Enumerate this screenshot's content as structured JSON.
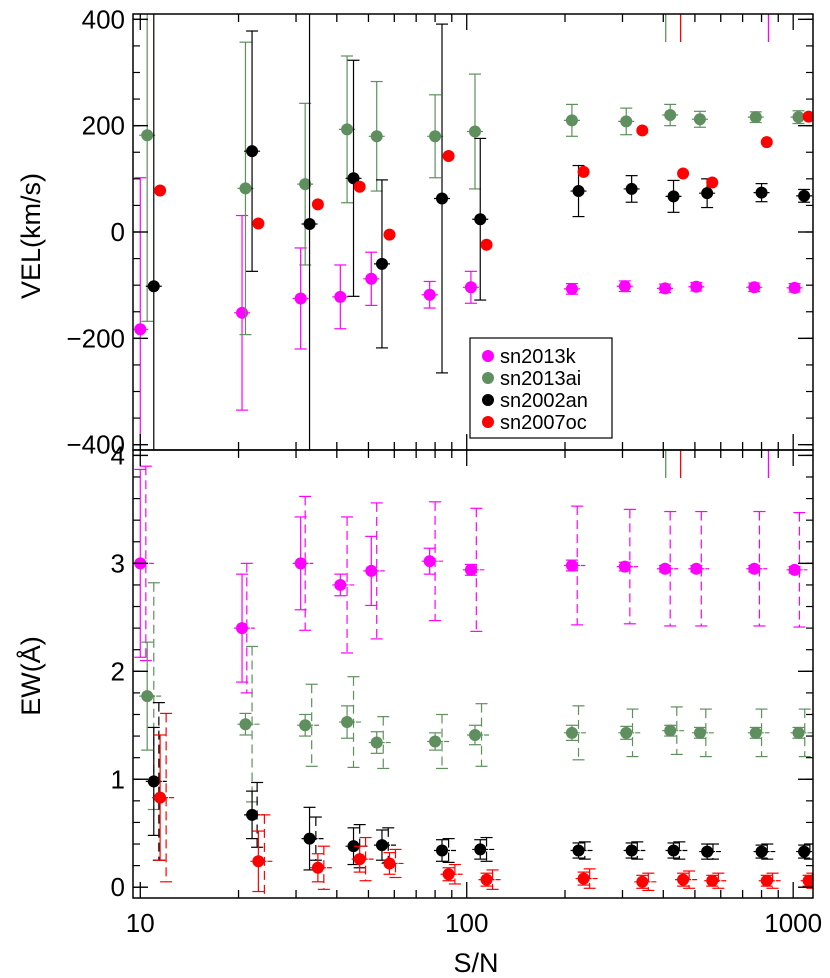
{
  "colors": {
    "sn2013k": "#ff00ff",
    "sn2013ai": "#5f8f5f",
    "sn2002an": "#000000",
    "sn2007oc": "#ff0000",
    "axis": "#000000"
  },
  "chart_data": [
    {
      "type": "scatter",
      "panel": "top",
      "ylabel": "VEL(km/s)",
      "xscale": "log",
      "xlim": [
        9.5,
        1150
      ],
      "ylim": [
        -410,
        410
      ],
      "yticks": [
        -400,
        -200,
        0,
        200,
        400
      ],
      "ytick_labels": [
        "−400",
        "−200",
        "0",
        "200",
        "400"
      ],
      "legend": {
        "placement": "lower-middle",
        "entries": [
          "sn2013k",
          "sn2013ai",
          "sn2002an",
          "sn2007oc"
        ]
      },
      "markers": [
        {
          "series": "sn2013ai",
          "x": 407
        },
        {
          "series": "sn2007oc",
          "x": 452
        },
        {
          "series": "sn2013k",
          "x": 840
        }
      ],
      "series": [
        {
          "name": "sn2013k",
          "color": "#ff00ff",
          "error_style": "solid",
          "points": [
            {
              "x": 10,
              "y": -183,
              "err": 285
            },
            {
              "x": 20.5,
              "y": -152,
              "err": 183
            },
            {
              "x": 31,
              "y": -125,
              "err": 95
            },
            {
              "x": 41,
              "y": -122,
              "err": 60
            },
            {
              "x": 51,
              "y": -88,
              "err": 50
            },
            {
              "x": 77,
              "y": -118,
              "err": 25
            },
            {
              "x": 103,
              "y": -104,
              "err": 30
            },
            {
              "x": 210,
              "y": -107,
              "err": 10
            },
            {
              "x": 305,
              "y": -102,
              "err": 10
            },
            {
              "x": 405,
              "y": -106,
              "err": 8
            },
            {
              "x": 505,
              "y": -103,
              "err": 8
            },
            {
              "x": 760,
              "y": -104,
              "err": 8
            },
            {
              "x": 1010,
              "y": -105,
              "err": 8
            }
          ]
        },
        {
          "name": "sn2013ai",
          "color": "#5f8f5f",
          "error_style": "solid",
          "points": [
            {
              "x": 10.5,
              "y": 182,
              "err": 350
            },
            {
              "x": 21,
              "y": 82,
              "err": 275
            },
            {
              "x": 32,
              "y": 90,
              "err": 152
            },
            {
              "x": 43,
              "y": 193,
              "err": 138
            },
            {
              "x": 53,
              "y": 180,
              "err": 103
            },
            {
              "x": 80,
              "y": 180,
              "err": 78
            },
            {
              "x": 106,
              "y": 189,
              "err": 108
            },
            {
              "x": 210,
              "y": 210,
              "err": 30
            },
            {
              "x": 308,
              "y": 208,
              "err": 25
            },
            {
              "x": 420,
              "y": 220,
              "err": 20
            },
            {
              "x": 518,
              "y": 212,
              "err": 15
            },
            {
              "x": 768,
              "y": 216,
              "err": 10
            },
            {
              "x": 1038,
              "y": 216,
              "err": 12
            }
          ]
        },
        {
          "name": "sn2002an",
          "color": "#000000",
          "error_style": "solid",
          "points": [
            {
              "x": 11,
              "y": -102,
              "err": 520
            },
            {
              "x": 22,
              "y": 152,
              "err": 226
            },
            {
              "x": 33,
              "y": 15,
              "err": 620
            },
            {
              "x": 45,
              "y": 101,
              "err": 222
            },
            {
              "x": 55,
              "y": -60,
              "err": 158
            },
            {
              "x": 84,
              "y": 63,
              "err": 328
            },
            {
              "x": 110,
              "y": 24,
              "err": 152
            },
            {
              "x": 220,
              "y": 77,
              "err": 48
            },
            {
              "x": 320,
              "y": 81,
              "err": 25
            },
            {
              "x": 430,
              "y": 67,
              "err": 30
            },
            {
              "x": 545,
              "y": 73,
              "err": 27
            },
            {
              "x": 800,
              "y": 74,
              "err": 17
            },
            {
              "x": 1080,
              "y": 68,
              "err": 12
            }
          ]
        },
        {
          "name": "sn2007oc",
          "color": "#ff0000",
          "error_style": "solid",
          "points": [
            {
              "x": 11.5,
              "y": 78
            },
            {
              "x": 23,
              "y": 16
            },
            {
              "x": 35,
              "y": 52
            },
            {
              "x": 47,
              "y": 85
            },
            {
              "x": 58,
              "y": -5
            },
            {
              "x": 88,
              "y": 143
            },
            {
              "x": 115,
              "y": -24
            },
            {
              "x": 228,
              "y": 113
            },
            {
              "x": 345,
              "y": 191
            },
            {
              "x": 460,
              "y": 110
            },
            {
              "x": 565,
              "y": 93
            },
            {
              "x": 830,
              "y": 169
            },
            {
              "x": 1115,
              "y": 217
            }
          ]
        }
      ]
    },
    {
      "type": "scatter",
      "panel": "bottom",
      "xlabel": "S/N",
      "ylabel": "EW(Å)",
      "xscale": "log",
      "xlim": [
        9.5,
        1150
      ],
      "ylim": [
        -0.1,
        4.05
      ],
      "yticks": [
        0,
        1,
        2,
        3,
        4
      ],
      "ytick_labels": [
        "0",
        "1",
        "2",
        "3",
        "4"
      ],
      "xticks": [
        10,
        100,
        1000
      ],
      "xtick_labels": [
        "10",
        "100",
        "1000"
      ],
      "markers": [
        {
          "series": "sn2013ai",
          "x": 407
        },
        {
          "series": "sn2007oc",
          "x": 452
        },
        {
          "series": "sn2013k",
          "x": 840
        }
      ],
      "series": [
        {
          "name": "sn2013k",
          "color": "#ff00ff",
          "points": [
            {
              "x": 10,
              "y": 3.0,
              "err": 0.87,
              "x2": 10.4,
              "err2": 0.9
            },
            {
              "x": 20.5,
              "y": 2.4,
              "err": 0.5,
              "x2": 21.2,
              "err2": 0.6
            },
            {
              "x": 31,
              "y": 3.0,
              "err": 0.43,
              "x2": 32,
              "err2": 0.62
            },
            {
              "x": 41,
              "y": 2.8,
              "err": 0.1,
              "x2": 43,
              "err2": 0.63
            },
            {
              "x": 51,
              "y": 2.93,
              "err": 0.32,
              "x2": 53,
              "err2": 0.63
            },
            {
              "x": 77,
              "y": 3.02,
              "err": 0.12,
              "x2": 80,
              "err2": 0.55
            },
            {
              "x": 103,
              "y": 2.94,
              "err": 0.05,
              "x2": 107,
              "err2": 0.57
            },
            {
              "x": 210,
              "y": 2.98,
              "err": 0.05,
              "x2": 218,
              "err2": 0.55
            },
            {
              "x": 305,
              "y": 2.97,
              "err": 0.04,
              "x2": 316,
              "err2": 0.53
            },
            {
              "x": 405,
              "y": 2.95,
              "err": 0.03,
              "x2": 420,
              "err2": 0.53
            },
            {
              "x": 505,
              "y": 2.95,
              "err": 0.03,
              "x2": 523,
              "err2": 0.53
            },
            {
              "x": 760,
              "y": 2.95,
              "err": 0.03,
              "x2": 788,
              "err2": 0.53
            },
            {
              "x": 1010,
              "y": 2.94,
              "err": 0.03,
              "x2": 1045,
              "err2": 0.53
            }
          ]
        },
        {
          "name": "sn2013ai",
          "color": "#5f8f5f",
          "points": [
            {
              "x": 10.5,
              "y": 1.77,
              "err": 0.5,
              "x2": 11,
              "err2": 1.05
            },
            {
              "x": 21,
              "y": 1.51,
              "err": 0.1,
              "x2": 22,
              "err2": 0.72
            },
            {
              "x": 32,
              "y": 1.5,
              "err": 0.1,
              "x2": 33.5,
              "err2": 0.38
            },
            {
              "x": 43,
              "y": 1.53,
              "err": 0.15,
              "x2": 45,
              "err2": 0.42
            },
            {
              "x": 53,
              "y": 1.34,
              "err": 0.1,
              "x2": 55.5,
              "err2": 0.24
            },
            {
              "x": 80,
              "y": 1.35,
              "err": 0.08,
              "x2": 84,
              "err2": 0.25
            },
            {
              "x": 106,
              "y": 1.41,
              "err": 0.09,
              "x2": 111,
              "err2": 0.29
            },
            {
              "x": 210,
              "y": 1.43,
              "err": 0.07,
              "x2": 220,
              "err2": 0.25
            },
            {
              "x": 308,
              "y": 1.43,
              "err": 0.06,
              "x2": 322,
              "err2": 0.22
            },
            {
              "x": 420,
              "y": 1.45,
              "err": 0.05,
              "x2": 440,
              "err2": 0.22
            },
            {
              "x": 518,
              "y": 1.43,
              "err": 0.05,
              "x2": 540,
              "err2": 0.22
            },
            {
              "x": 768,
              "y": 1.43,
              "err": 0.05,
              "x2": 800,
              "err2": 0.22
            },
            {
              "x": 1038,
              "y": 1.43,
              "err": 0.05,
              "x2": 1085,
              "err2": 0.22
            }
          ]
        },
        {
          "name": "sn2002an",
          "color": "#000000",
          "points": [
            {
              "x": 11,
              "y": 0.98,
              "err": 0.5,
              "x2": 11.4,
              "err2": 0.73
            },
            {
              "x": 22,
              "y": 0.67,
              "err": 0.22,
              "x2": 22.8,
              "err2": 0.3
            },
            {
              "x": 33,
              "y": 0.45,
              "err": 0.29,
              "x2": 34.5,
              "err2": 0.2
            },
            {
              "x": 45,
              "y": 0.38,
              "err": 0.17,
              "x2": 47,
              "err2": 0.2
            },
            {
              "x": 55,
              "y": 0.39,
              "err": 0.14,
              "x2": 57.5,
              "err2": 0.16
            },
            {
              "x": 84,
              "y": 0.34,
              "err": 0.1,
              "x2": 88,
              "err2": 0.11
            },
            {
              "x": 110,
              "y": 0.35,
              "err": 0.09,
              "x2": 115,
              "err2": 0.11
            },
            {
              "x": 220,
              "y": 0.34,
              "err": 0.07,
              "x2": 230,
              "err2": 0.08
            },
            {
              "x": 320,
              "y": 0.34,
              "err": 0.07,
              "x2": 333,
              "err2": 0.08
            },
            {
              "x": 430,
              "y": 0.34,
              "err": 0.07,
              "x2": 448,
              "err2": 0.08
            },
            {
              "x": 545,
              "y": 0.33,
              "err": 0.07,
              "x2": 568,
              "err2": 0.07
            },
            {
              "x": 800,
              "y": 0.33,
              "err": 0.06,
              "x2": 833,
              "err2": 0.07
            },
            {
              "x": 1080,
              "y": 0.33,
              "err": 0.06,
              "x2": 1125,
              "err2": 0.07
            }
          ]
        },
        {
          "name": "sn2007oc",
          "color": "#ff0000",
          "points": [
            {
              "x": 11.5,
              "y": 0.83,
              "err": 0.58,
              "x2": 12,
              "err2": 0.78
            },
            {
              "x": 23,
              "y": 0.24,
              "err": 0.28,
              "x2": 24,
              "err2": 0.43
            },
            {
              "x": 35,
              "y": 0.18,
              "err": 0.13,
              "x2": 36.5,
              "err2": 0.2
            },
            {
              "x": 47,
              "y": 0.26,
              "err": 0.12,
              "x2": 49,
              "err2": 0.2
            },
            {
              "x": 58,
              "y": 0.22,
              "err": 0.1,
              "x2": 60.5,
              "err2": 0.13
            },
            {
              "x": 88,
              "y": 0.12,
              "err": 0.06,
              "x2": 92,
              "err2": 0.09
            },
            {
              "x": 115,
              "y": 0.07,
              "err": 0.06,
              "x2": 120,
              "err2": 0.09
            },
            {
              "x": 228,
              "y": 0.08,
              "err": 0.06,
              "x2": 238,
              "err2": 0.09
            },
            {
              "x": 345,
              "y": 0.05,
              "err": 0.06,
              "x2": 360,
              "err2": 0.08
            },
            {
              "x": 460,
              "y": 0.07,
              "err": 0.06,
              "x2": 480,
              "err2": 0.08
            },
            {
              "x": 565,
              "y": 0.06,
              "err": 0.05,
              "x2": 590,
              "err2": 0.07
            },
            {
              "x": 830,
              "y": 0.06,
              "err": 0.05,
              "x2": 865,
              "err2": 0.07
            },
            {
              "x": 1115,
              "y": 0.06,
              "err": 0.05,
              "x2": 1145,
              "err2": 0.07
            }
          ]
        }
      ]
    }
  ]
}
